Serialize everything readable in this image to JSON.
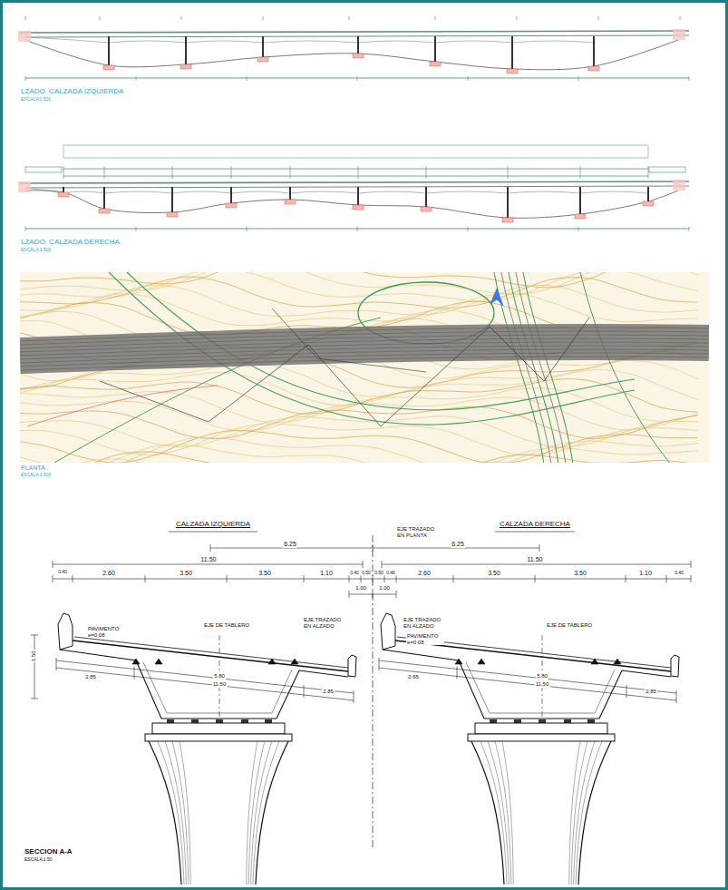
{
  "diagram": {
    "labels": [
      "LZADO. CALZADA IZQUIERDA",
      "ESCALA 1:500",
      "LZADO. CALZADA DERECHA",
      "ESCALA 1:500",
      "PLANTA",
      "ESCALA 1:500",
      "CALZADA IZQUIERDA",
      "CALZADA DERECHA",
      "EJE TRAZADO EN PLANTA",
      "6.25",
      "6.25",
      "11.50",
      "11.50",
      "0.40",
      "2.60",
      "3.50",
      "3.50",
      "1.10",
      "0.40",
      "0.50",
      "0.50",
      "0.40",
      "2.60",
      "3.50",
      "3.50",
      "1.10",
      "0.40",
      "1.00",
      "1.00",
      "PAVIMENTO e=0.08",
      "EJE DE TABLERO",
      "EJE TRAZADO EN ALZADO",
      "1.50",
      "2.85",
      "5.80",
      "11.50",
      "2.85",
      "EJE TRAZADO EN ALZADO",
      "EJE DE TABLERO",
      "PAVIMENTO e=0.08",
      "2.65",
      "5.80",
      "11.50",
      "2.85",
      "SECCION A-A",
      "ESCALA 1:50"
    ]
  }
}
